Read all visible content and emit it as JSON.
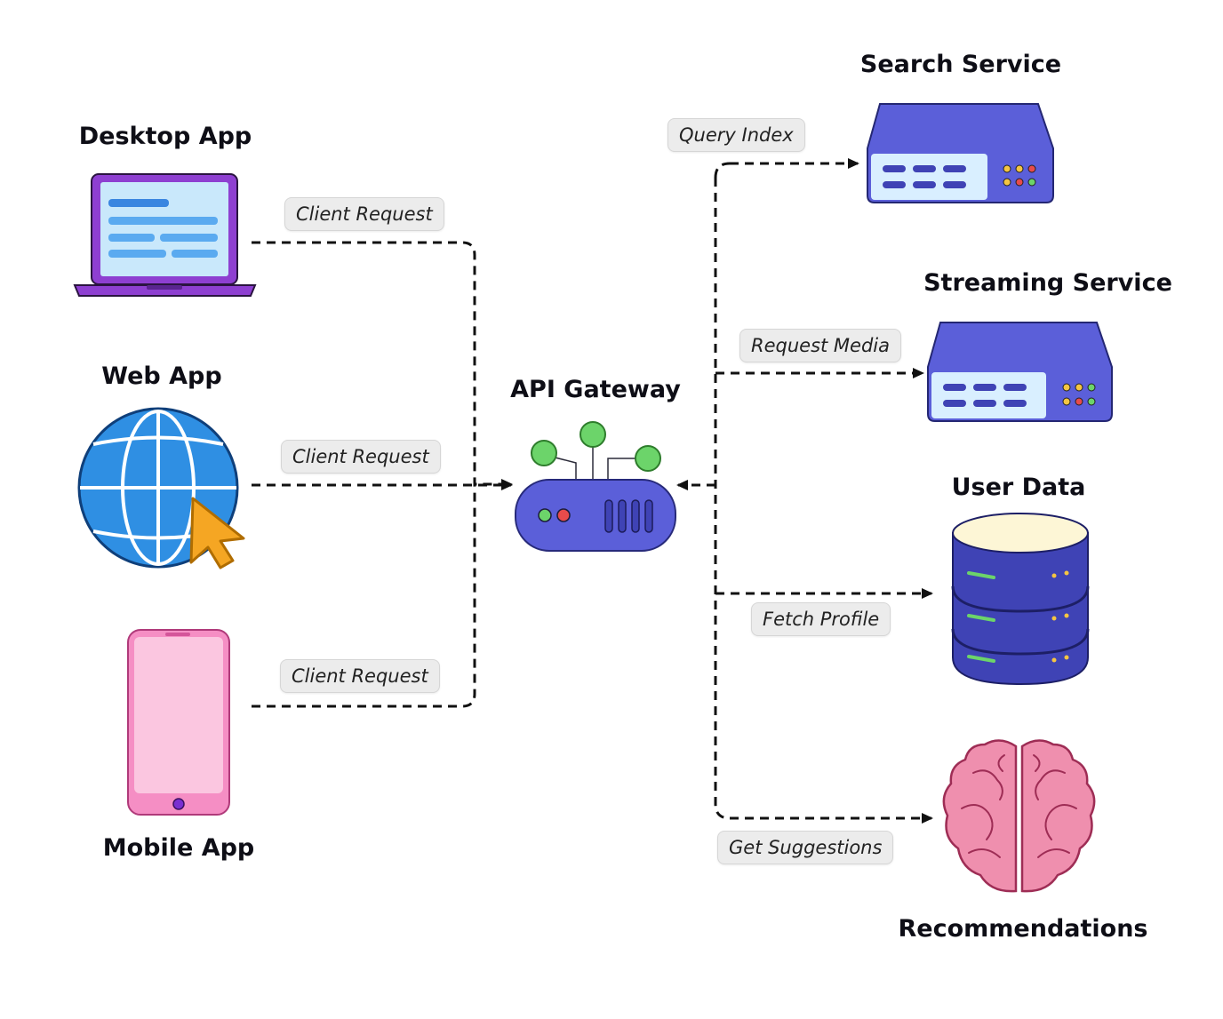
{
  "nodes": {
    "desktop": {
      "label": "Desktop App",
      "icon": "laptop-icon"
    },
    "web": {
      "label": "Web App",
      "icon": "globe-cursor-icon"
    },
    "mobile": {
      "label": "Mobile App",
      "icon": "smartphone-icon"
    },
    "gateway": {
      "label": "API Gateway",
      "icon": "router-icon"
    },
    "search": {
      "label": "Search Service",
      "icon": "server-icon"
    },
    "streaming": {
      "label": "Streaming Service",
      "icon": "server-icon"
    },
    "userdata": {
      "label": "User Data",
      "icon": "database-icon"
    },
    "recommendations": {
      "label": "Recommendations",
      "icon": "brain-icon"
    }
  },
  "edges": {
    "desktop_to_gateway": "Client Request",
    "web_to_gateway": "Client Request",
    "mobile_to_gateway": "Client Request",
    "gateway_to_search": "Query Index",
    "gateway_to_streaming": "Request Media",
    "gateway_to_userdata": "Fetch Profile",
    "gateway_to_recommendations": "Get Suggestions"
  },
  "colors": {
    "server": "#5b5fd9",
    "server_panel": "#d9efff",
    "laptop_frame": "#8e3fd1",
    "laptop_screen": "#c9e8fb",
    "globe": "#2f8fe3",
    "cursor": "#f5a623",
    "phone": "#f58ec4",
    "brain": "#ef8fae",
    "router": "#5b5fd9",
    "led_green": "#6cd46a",
    "led_red": "#e84b4b",
    "connector": "#111111"
  }
}
